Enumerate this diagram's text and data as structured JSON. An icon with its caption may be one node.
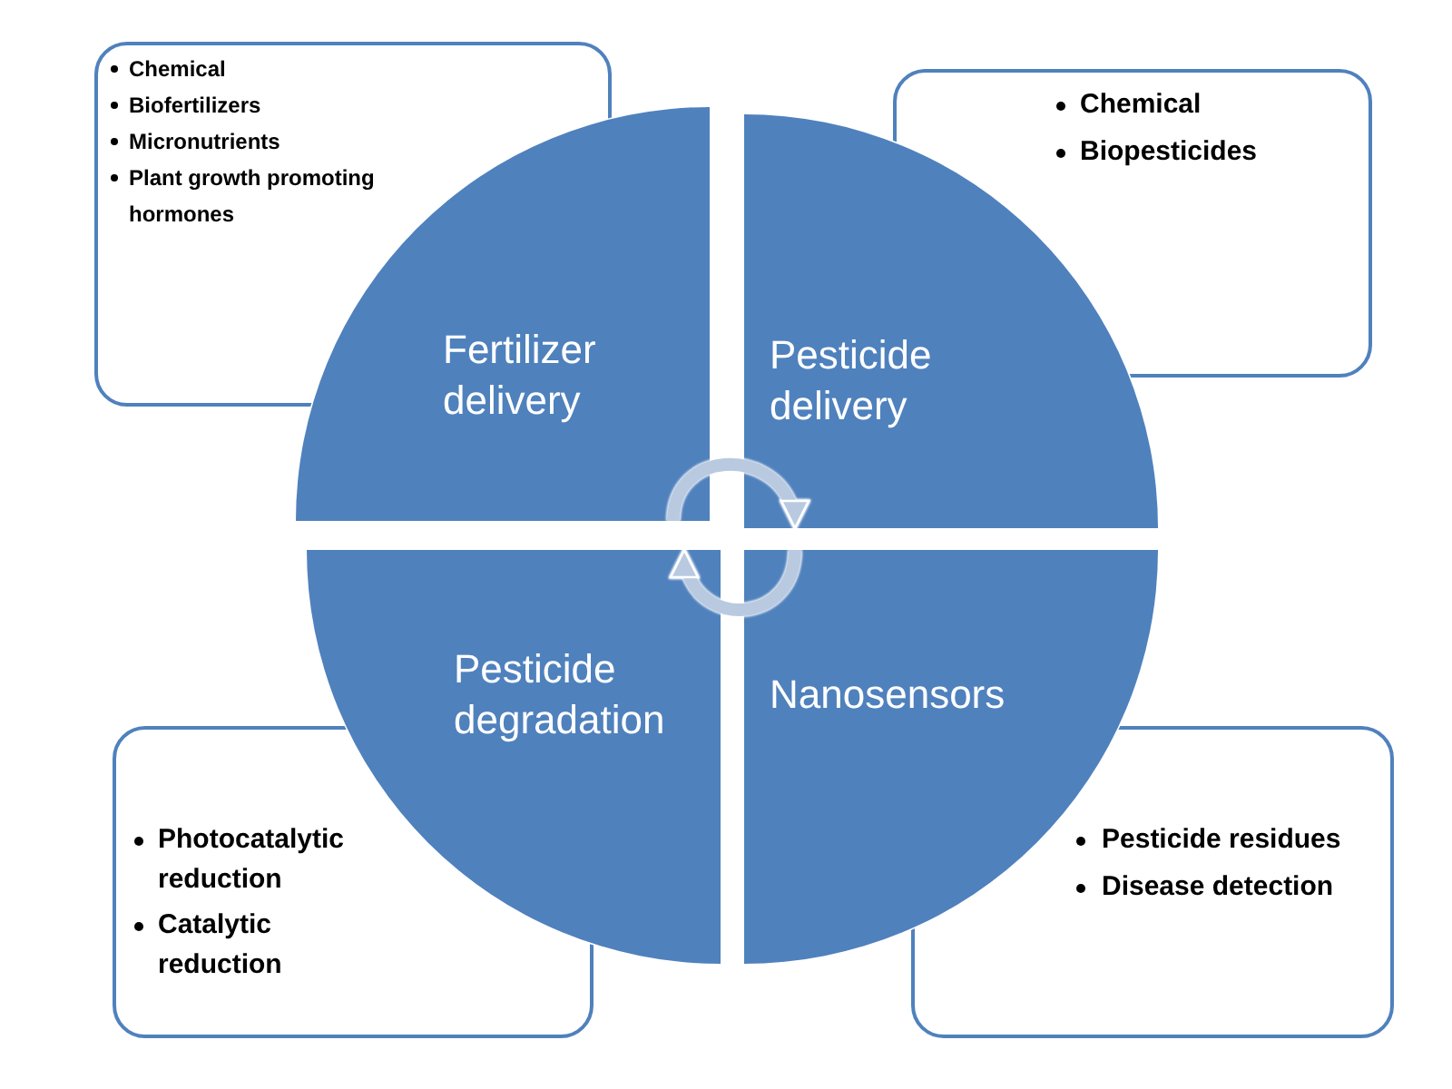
{
  "diagram": {
    "nodes": [
      {
        "text": [
          "Chemical",
          "Biofertilizers",
          "Micronutrients",
          "Plant growth promoting hormones"
        ]
      },
      {
        "text": [
          "Chemical",
          "Biopesticides"
        ]
      },
      {
        "text": [
          "Fertilizer delivery"
        ]
      },
      {
        "text": [
          "Pesticide delivery"
        ]
      },
      {
        "text": [
          "Pesticide degradation"
        ]
      },
      {
        "text": [
          "Nanosensors"
        ]
      },
      {
        "text": [
          "Photocatalytic reduction",
          "Catalytic reduction"
        ]
      },
      {
        "text": [
          "Pesticide residues",
          "Disease detection"
        ]
      }
    ],
    "edges": [
      {
        "from": 2,
        "to": 3,
        "arrow": "to"
      },
      {
        "from": 5,
        "to": 4,
        "arrow": "to"
      }
    ]
  }
}
